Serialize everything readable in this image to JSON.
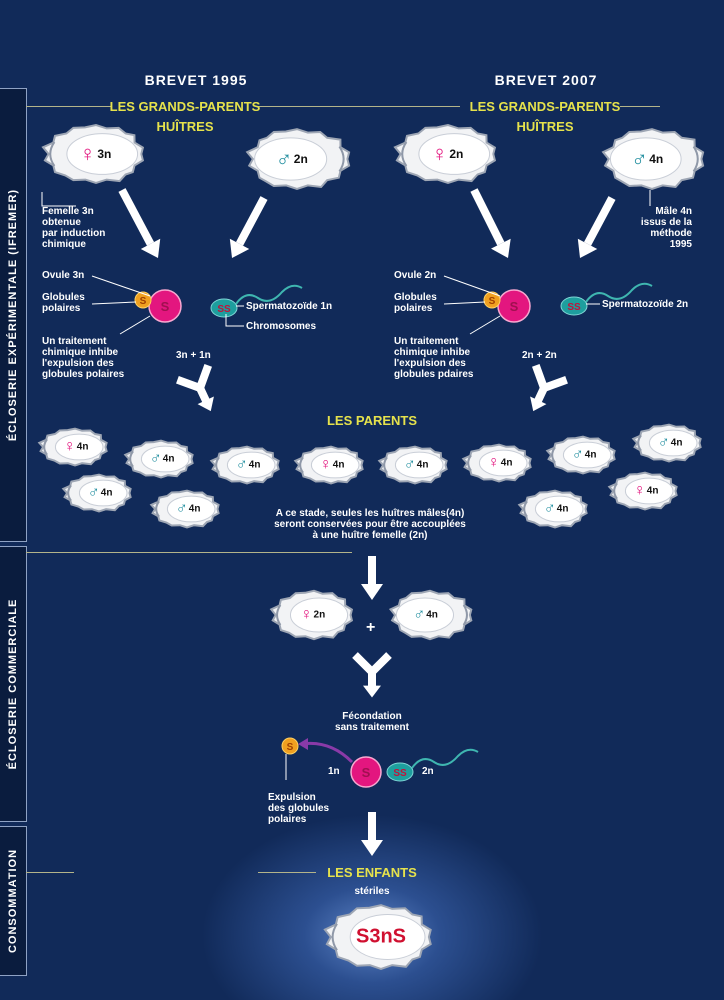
{
  "side_labels": {
    "a": "ÉCLOSERIE EXPÉRIMENTALE (IFREMER)",
    "b": "ÉCLOSERIE COMMERCIALE",
    "c": "CONSOMMATION"
  },
  "brevet_1995": "BREVET 1995",
  "brevet_2007": "BREVET 2007",
  "grands_parents": "LES GRANDS-PARENTS",
  "huitres": "HUÎTRES",
  "parents": "LES PARENTS",
  "enfants": "LES ENFANTS",
  "steriles": "stériles",
  "female_symbol": "♀",
  "male_symbol": "♂",
  "plus": "+",
  "ploidy": {
    "n3": "3n",
    "n2": "2n",
    "n4": "4n",
    "n1": "1n"
  },
  "left": {
    "femelle": [
      "Femelle 3n",
      "obtenue",
      "par induction",
      "chimique"
    ],
    "ovule": "Ovule 3n",
    "globules": [
      "Globules",
      "polaires"
    ],
    "sperm": "Spermatozoïde 1n",
    "chromosomes": "Chromosomes",
    "traitement": [
      "Un traitement",
      "chimique inhibe",
      "l'expulsion des",
      "globules polaires"
    ],
    "combo": "3n + 1n"
  },
  "right": {
    "male": [
      "Mâle 4n",
      "issus de la",
      "méthode",
      "1995"
    ],
    "ovule": "Ovule 2n",
    "globules": [
      "Globules",
      "polaires"
    ],
    "sperm": "Spermatozoïde 2n",
    "traitement": [
      "Un traitement",
      "chimique inhibe",
      "l'expulsion des",
      "globules pdaires"
    ],
    "combo": "2n + 2n"
  },
  "stage_note": [
    "A ce stade, seules les huîtres mâles(4n)",
    "seront conservées pour être accouplées",
    "à une huître femelle (2n)"
  ],
  "fecondation": [
    "Fécondation",
    "sans traitement"
  ],
  "expulsion": [
    "Expulsion",
    "des globules",
    "polaires"
  ],
  "child_label": "S3nS",
  "colors": {
    "background": "#112a59",
    "accent_yellow": "#e6e24c",
    "female": "#e3167f",
    "male": "#1e8d9e"
  }
}
